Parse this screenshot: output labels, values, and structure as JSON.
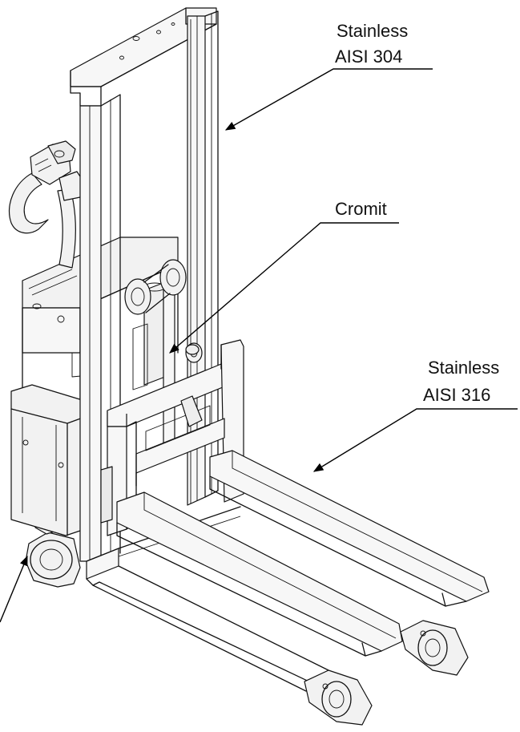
{
  "callouts": [
    {
      "id": "mast",
      "lines": [
        "Stainless",
        "AISI 304"
      ]
    },
    {
      "id": "cylinder",
      "lines": [
        "Cromit"
      ]
    },
    {
      "id": "forks",
      "lines": [
        "Stainless",
        "AISI 316"
      ]
    }
  ],
  "colors": {
    "line": "#111111",
    "panel": "#f2f2f2",
    "background": "#ffffff"
  }
}
